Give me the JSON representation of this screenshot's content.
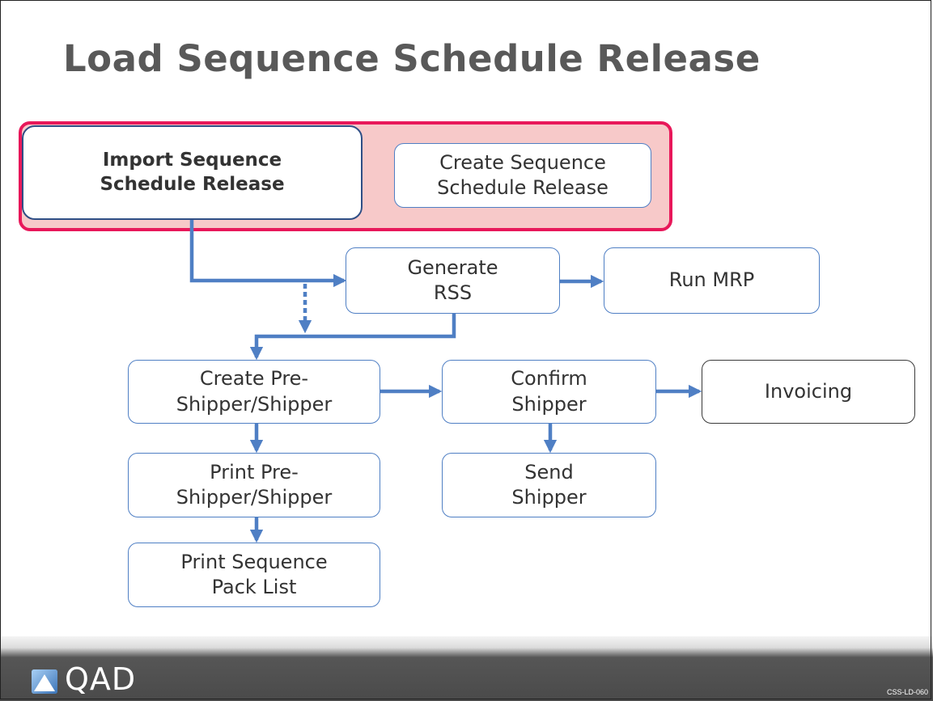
{
  "slide": {
    "title": "Load Sequence Schedule Release",
    "group_highlight_color": "#e8185a",
    "group_fill_color": "#f7c9c9",
    "accent_color": "#4f7fc4"
  },
  "nodes": {
    "import_ssr": "Import Sequence\nSchedule Release",
    "create_ssr": "Create Sequence\nSchedule Release",
    "generate_rss": "Generate\nRSS",
    "run_mrp": "Run MRP",
    "create_pre_shipper": "Create Pre-\nShipper/Shipper",
    "confirm_shipper": "Confirm\nShipper",
    "invoicing": "Invoicing",
    "print_pre_shipper": "Print Pre-\nShipper/Shipper",
    "send_shipper": "Send\nShipper",
    "print_pack_list": "Print Sequence\nPack List"
  },
  "footer": {
    "logo_text": "QAD",
    "logo_icon": "qad-logo-icon",
    "slide_code": "CSS-LD-060"
  }
}
